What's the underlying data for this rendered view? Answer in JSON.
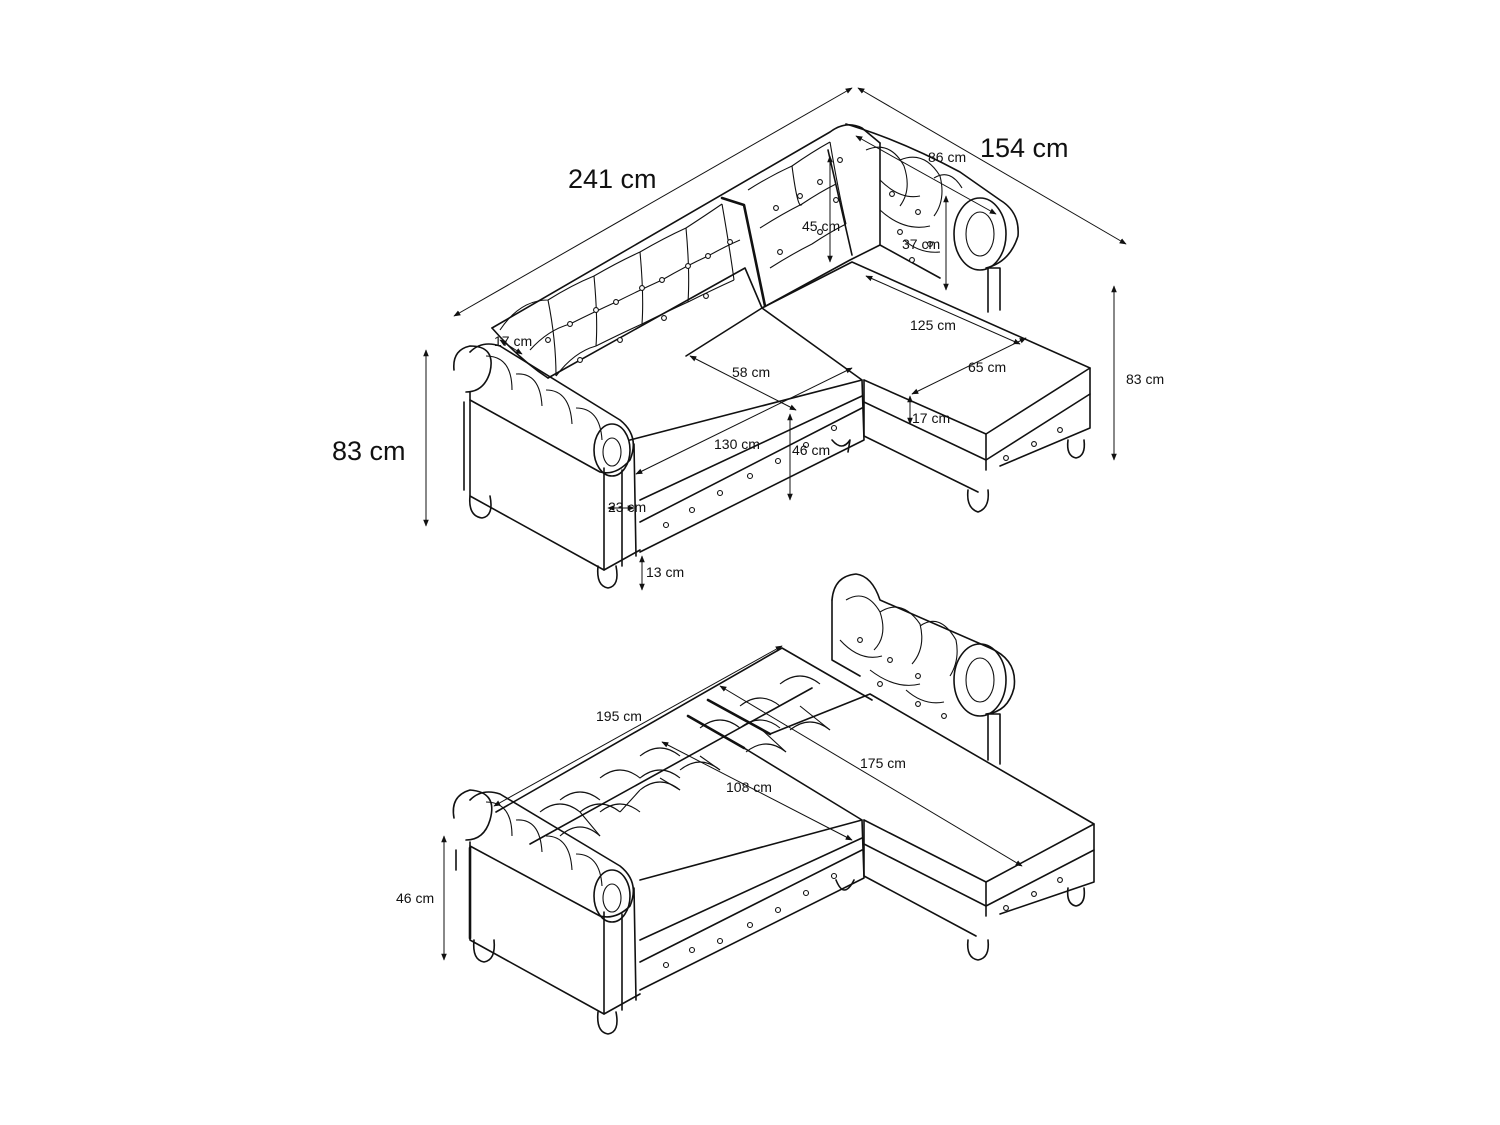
{
  "colors": {
    "line": "#111111",
    "background": "#ffffff"
  },
  "sofa_view": {
    "labels": {
      "width": "241 cm",
      "depth": "154 cm",
      "height": "83 cm",
      "height_right": "83 cm",
      "arm_depth": "86 cm",
      "back_height": "45 cm",
      "arm_height": "37 cm",
      "chaise_length": "125 cm",
      "chaise_width": "65 cm",
      "seat_depth": "58 cm",
      "seat_width": "130 cm",
      "seat_height": "46 cm",
      "cushion_thickness": "17 cm",
      "chaise_cushion": "17 cm",
      "arm_width": "23 cm",
      "leg_height": "13 cm"
    }
  },
  "bed_view": {
    "labels": {
      "bed_width": "195 cm",
      "bed_length": "175 cm",
      "bed_depth": "108 cm",
      "bed_height": "46 cm"
    }
  }
}
